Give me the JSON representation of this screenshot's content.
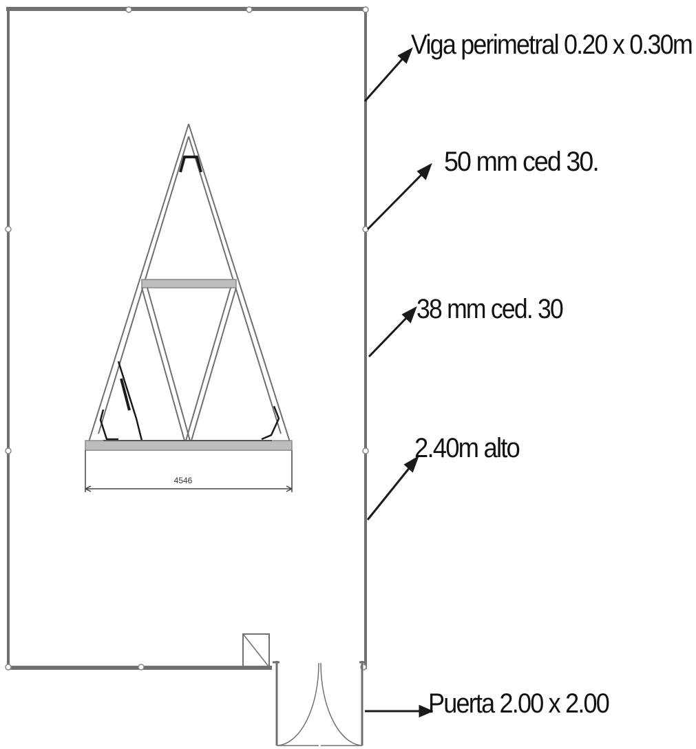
{
  "colors": {
    "line": "#6f6f6f",
    "dark_line": "#1a1a1a",
    "bar_fill": "#bdbdbd",
    "background": "#ffffff"
  },
  "labels": {
    "perimeter_beam": "Viga perimetral 0.20 x 0.30m",
    "pipe_50": "50 mm ced 30.",
    "pipe_38": "38 mm ced. 30",
    "height": "2.40m alto",
    "door": "Puerta 2.00 x 2.00"
  },
  "truss": {
    "dimension": "4546"
  }
}
